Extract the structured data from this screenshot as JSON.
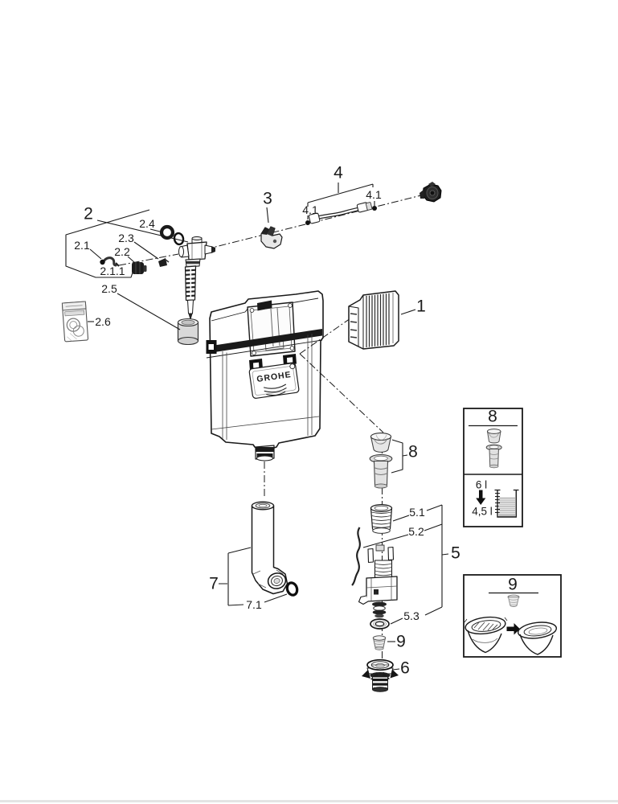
{
  "diagram": {
    "brand_logo": "GROHE",
    "callouts": {
      "part1": "1",
      "part2": "2",
      "part2_1": "2.1",
      "part2_1_1": "2.1.1",
      "part2_2": "2.2",
      "part2_3": "2.3",
      "part2_4": "2.4",
      "part2_5": "2.5",
      "part2_6": "2.6",
      "part3": "3",
      "part4": "4",
      "part4_1a": "4.1",
      "part4_1b": "4.1",
      "part5": "5",
      "part5_1": "5.1",
      "part5_2": "5.2",
      "part5_3": "5.3",
      "part6": "6",
      "part7": "7",
      "part7_1": "7.1",
      "part8": "8",
      "part9": "9"
    },
    "inset_flush_volume": {
      "title": "8",
      "volume_before": "6 l",
      "volume_after": "4,5 l"
    },
    "inset_bowl_types": {
      "title": "9"
    }
  }
}
